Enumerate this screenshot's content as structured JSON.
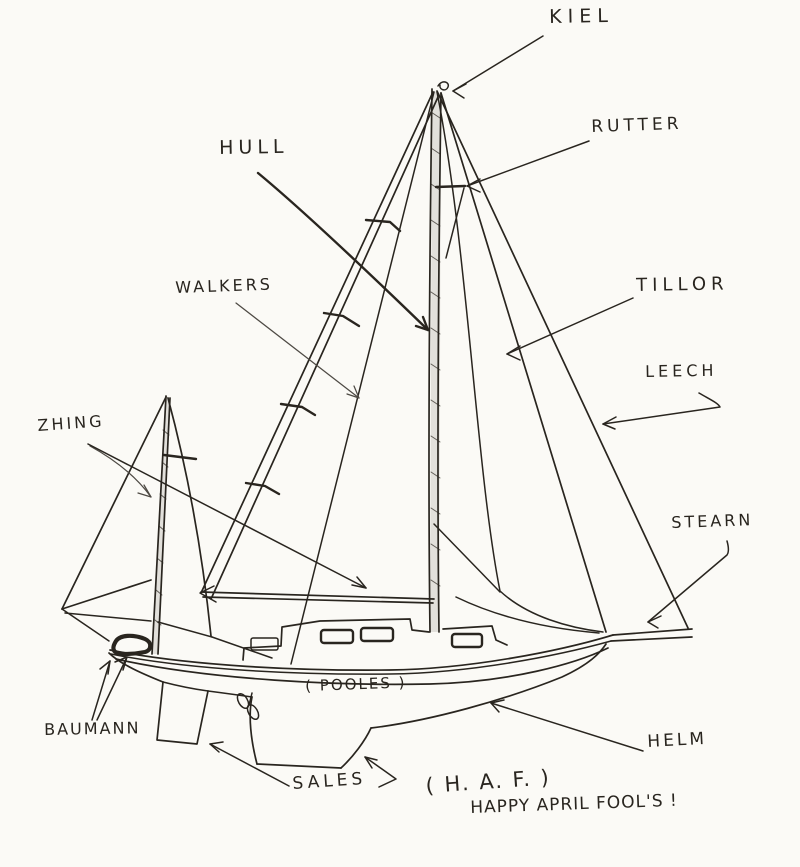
{
  "colors": {
    "paper": "#fbfaf6",
    "ink": "#29251f",
    "light_ink": "#4e4a44"
  },
  "labels": {
    "kiel": "KIEL",
    "rutter": "RUTTER",
    "hull": "HULL",
    "walkers": "WALKERS",
    "tillor": "TILLOR",
    "leech": "LEECH",
    "zhing": "ZHING",
    "stearn": "STEARN",
    "baumann": "BAUMANN",
    "pooles": "( POOLES )",
    "sales": "SALES",
    "helm": "HELM",
    "haf": "( H. A. F. )",
    "happy_april": "HAPPY APRIL FOOL'S !"
  }
}
